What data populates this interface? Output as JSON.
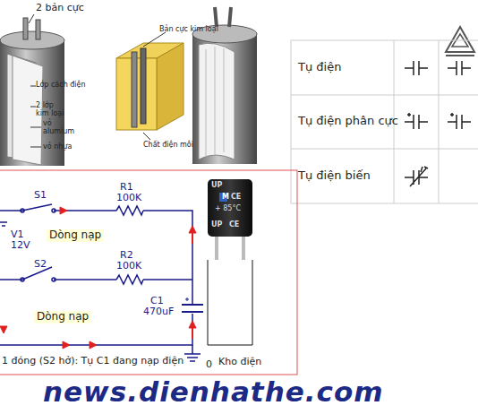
{
  "diagram": {
    "labels": [
      "2 bản cực",
      "Lớp cách điện",
      "2 lớp kim loại",
      "vỏ alumium",
      "vỏ nhựa",
      "Bản cực kim loại",
      "Chất điện môi",
      "Tụ điện",
      "Tụ điện phân cực",
      "Tụ điện biến",
      "S1",
      "R1",
      "100K",
      "V1",
      "12V",
      "Dòng nạp",
      "S2",
      "R2",
      "100K",
      "C1",
      "470uF",
      "Dòng nạp",
      "1 đóng (S2 hở): Tụ C1 đang nạp điện",
      "0",
      "Kho điện",
      "UP",
      "M",
      "CE",
      "+ 85°C",
      "UP",
      "CE",
      "news.dienhathe.com"
    ]
  }
}
